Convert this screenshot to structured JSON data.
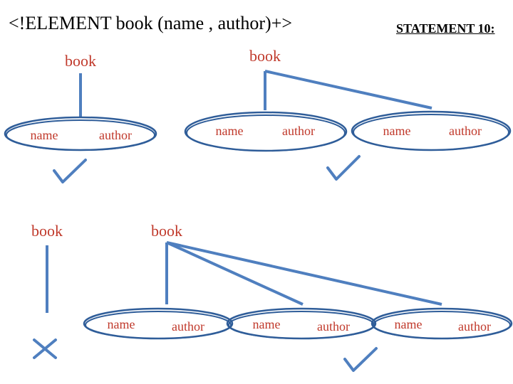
{
  "header": {
    "title": "<!ELEMENT book (name , author)+>",
    "statement": "STATEMENT 10:"
  },
  "colors": {
    "line": "#4f7fbf",
    "text": "#c0392b",
    "ellipse": "#2f5d99"
  },
  "diagrams": [
    {
      "root_label": "book",
      "children": [
        {
          "name": "name",
          "author": "author"
        }
      ],
      "verdict": "check"
    },
    {
      "root_label": "book",
      "children": [
        {
          "name": "name",
          "author": "author"
        },
        {
          "name": "name",
          "author": "author"
        }
      ],
      "verdict": "check"
    },
    {
      "root_label": "book",
      "children": [],
      "verdict": "cross"
    },
    {
      "root_label": "book",
      "children": [
        {
          "name": "name",
          "author": "author"
        },
        {
          "name": "name",
          "author": "author"
        },
        {
          "name": "name",
          "author": "author"
        }
      ],
      "verdict": "check"
    }
  ]
}
